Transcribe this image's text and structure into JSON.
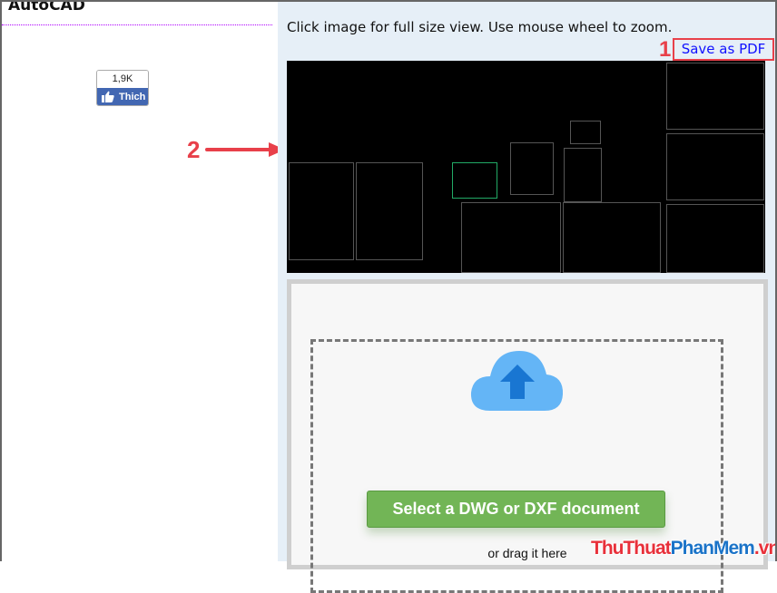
{
  "sidebar": {
    "title": "AutoCAD",
    "like_count": "1,9K",
    "like_label": "Thich"
  },
  "main": {
    "hint": "Click image for full size view. Use mouse wheel to zoom.",
    "save_pdf": "Save as PDF",
    "upload": {
      "button": "Select a DWG or DXF document",
      "drag_text": "or drag it here"
    }
  },
  "annotations": {
    "step1": "1",
    "step2": "2",
    "color": "#e8404a"
  },
  "watermark": {
    "part1": "ThuThuat",
    "part2": "PhanMem",
    "part3": ".vn"
  },
  "colors": {
    "accent_green": "#72b556",
    "link": "#1010ff",
    "facebook": "#4267b2",
    "cloud": "#64b5f6"
  }
}
